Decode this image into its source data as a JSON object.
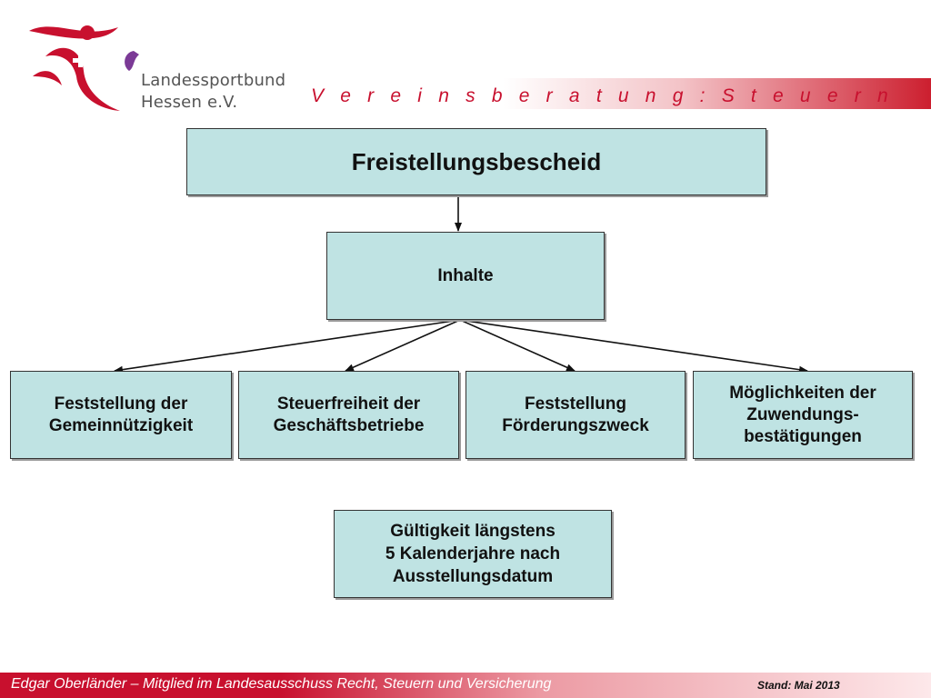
{
  "header": {
    "org_name_line1": "Landessportbund",
    "org_name_line2": "Hessen e.V.",
    "title": "V e r e i n s b e r a t u n g :   S t e u e r n"
  },
  "diagram": {
    "root": "Freistellungsbescheid",
    "middle": "Inhalte",
    "items": [
      "Feststellung der\nGemeinnützigkeit",
      "Steuerfreiheit der\nGeschäftsbetriebe",
      "Feststellung\nFörderungszweck",
      "Möglichkeiten der\nZuwendungs-\nbestätigungen"
    ],
    "validity": "Gültigkeit längstens\n5 Kalenderjahre nach\nAusstellungsdatum"
  },
  "footer": {
    "author": "Edgar Oberländer – Mitglied im Landesausschuss Recht, Steuern und Versicherung",
    "date": "Stand: Mai 2013"
  },
  "colors": {
    "brand_red": "#c8102e",
    "box_fill": "#bfe3e3",
    "text_gray": "#555555",
    "accent_purple": "#7b3a96"
  },
  "icons": {
    "logo": "landessportbund-hessen-logo-icon"
  }
}
